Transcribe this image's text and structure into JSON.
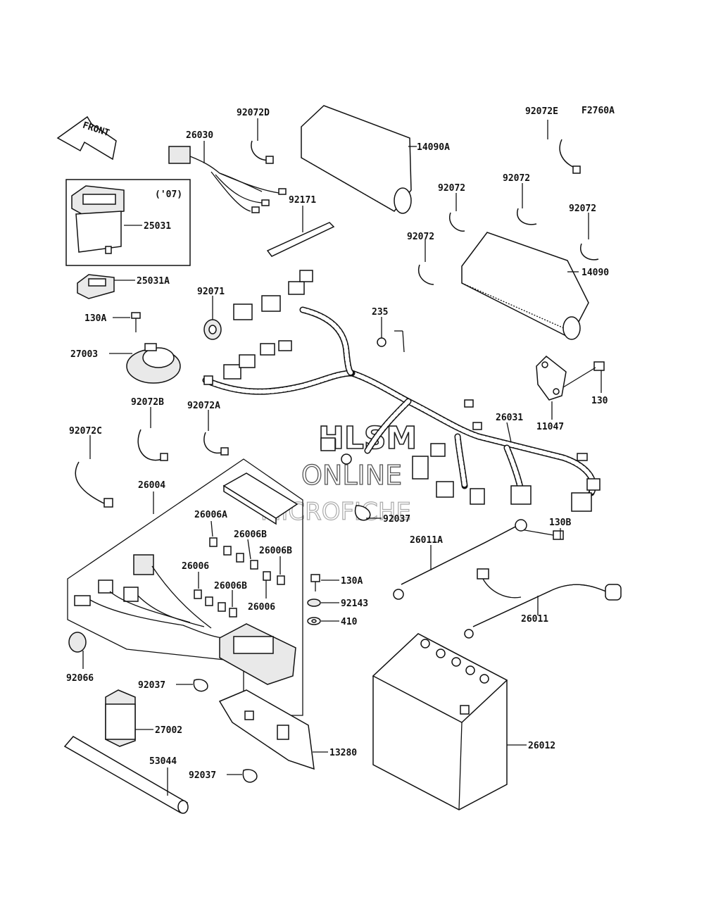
{
  "figure_code": "F2760A",
  "front_label": "FRONT",
  "year_note": "('07)",
  "watermark": {
    "line1": "HLSM",
    "line2": "ONLINE",
    "line3": "MICROFICHE"
  },
  "labels": {
    "p26030": "26030",
    "p92072D": "92072D",
    "p14090A": "14090A",
    "p92072E": "92072E",
    "p25031": "25031",
    "p92171": "92171",
    "p92072_a": "92072",
    "p92072_b": "92072",
    "p92072_c": "92072",
    "p92072_d": "92072",
    "p14090": "14090",
    "p25031A": "25031A",
    "p92071": "92071",
    "p235": "235",
    "p130A_top": "130A",
    "p27003": "27003",
    "p130": "130",
    "p11047": "11047",
    "p92072B": "92072B",
    "p92072A": "92072A",
    "p92072C": "92072C",
    "p26031": "26031",
    "p26004": "26004",
    "p26006A": "26006A",
    "p26006B_1": "26006B",
    "p26006B_2": "26006B",
    "p26006_1": "26006",
    "p26006B_3": "26006B",
    "p26006_2": "26006",
    "p92037_top": "92037",
    "p130B": "130B",
    "p26011A": "26011A",
    "p130A_mid": "130A",
    "p92143": "92143",
    "p410": "410",
    "p26011": "26011",
    "p92066": "92066",
    "p92037_mid": "92037",
    "p27002": "27002",
    "p13280": "13280",
    "p53044": "53044",
    "p92037_bot": "92037",
    "p26012": "26012"
  }
}
